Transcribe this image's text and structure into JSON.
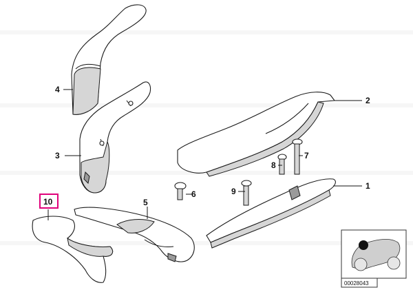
{
  "callouts": {
    "c1": "1",
    "c2": "2",
    "c3": "3",
    "c4": "4",
    "c5": "5",
    "c6": "6",
    "c7": "7",
    "c8": "8",
    "c9": "9",
    "c10": "10"
  },
  "highlight_color": "#e0007a",
  "reference": {
    "code": "00028043"
  }
}
